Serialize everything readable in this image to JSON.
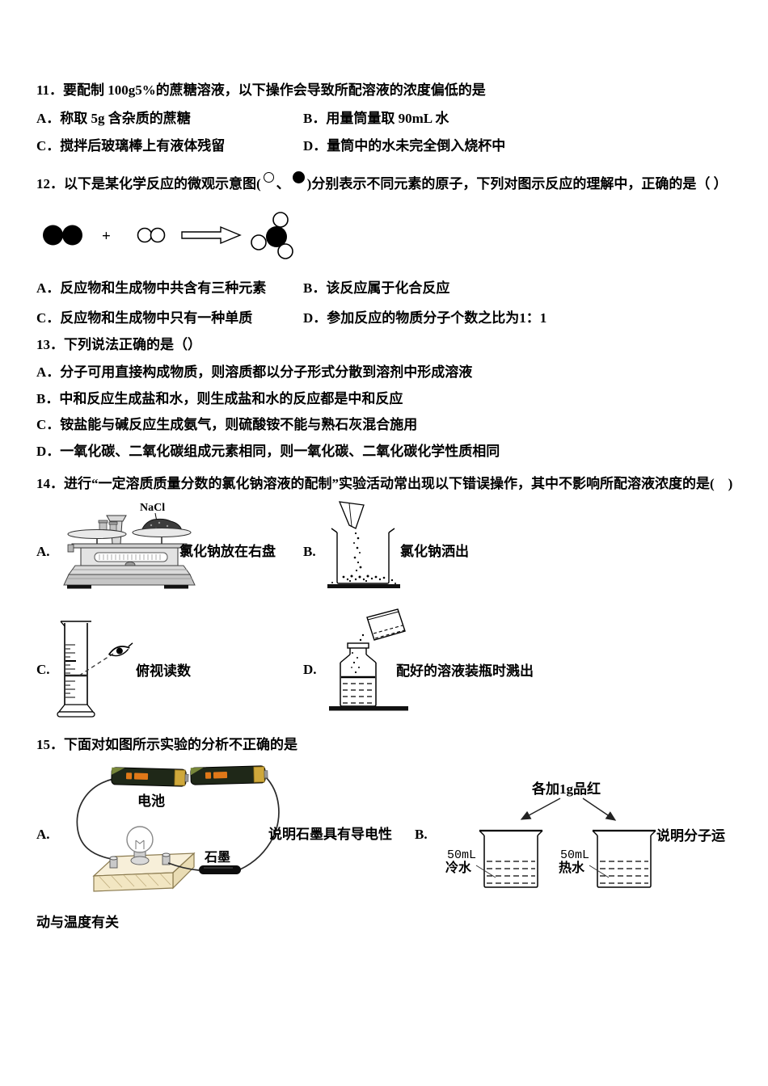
{
  "q11": {
    "title": "11．要配制 100g5%的蔗糖溶液，以下操作会导致所配溶液的浓度偏低的是",
    "a": "A．称取 5g 含杂质的蔗糖",
    "b": "B．用量筒量取 90mL 水",
    "c": "C．搅拌后玻璃棒上有液体残留",
    "d": "D．量筒中的水未完全倒入烧杯中"
  },
  "q12": {
    "title_pre": "12．以下是某化学反应的微观示意图(",
    "title_sep": "、",
    "title_post": ")分别表示不同元素的原子，下列对图示反应的理解中，正确的是（ ）",
    "plus": "+",
    "a": "A．反应物和生成物中共含有三种元素",
    "b": "B．该反应属于化合反应",
    "c": "C．反应物和生成物中只有一种单质",
    "d": "D．参加反应的物质分子个数之比为1：1"
  },
  "q13": {
    "title": "13．下列说法正确的是（）",
    "a": "A．分子可用直接构成物质，则溶质都以分子形式分散到溶剂中形成溶液",
    "b": "B．中和反应生成盐和水，则生成盐和水的反应都是中和反应",
    "c": "C．铵盐能与碱反应生成氨气，则硫酸铵不能与熟石灰混合施用",
    "d": "D．一氧化碳、二氧化碳组成元素相同，则一氧化碳、二氧化碳化学性质相同"
  },
  "q14": {
    "title": "14．进行“一定溶质质量分数的氯化钠溶液的配制”实验活动常出现以下错误操作，其中不影响所配溶液浓度的是(　)",
    "label_a": "A.",
    "text_a": "氯化钠放在右盘",
    "label_b": "B.",
    "text_b": "氯化钠洒出",
    "label_c": "C.",
    "text_c": "俯视读数",
    "label_d": "D.",
    "text_d": "配好的溶液装瓶时溅出",
    "nacl_label": "NaCl"
  },
  "q15": {
    "title": "15．下面对如图所示实验的分析不正确的是",
    "label_a": "A.",
    "text_a": "说明石墨具有导电性",
    "label_b": "B.",
    "text_b": "说明分子运",
    "battery_label": "电池",
    "graphite_label": "石墨",
    "fuchsin_label": "各加1g品红",
    "cold_volume": "50mL",
    "cold_water": "冷水",
    "hot_volume": "50mL",
    "hot_water": "热水",
    "tail": "动与温度有关"
  }
}
